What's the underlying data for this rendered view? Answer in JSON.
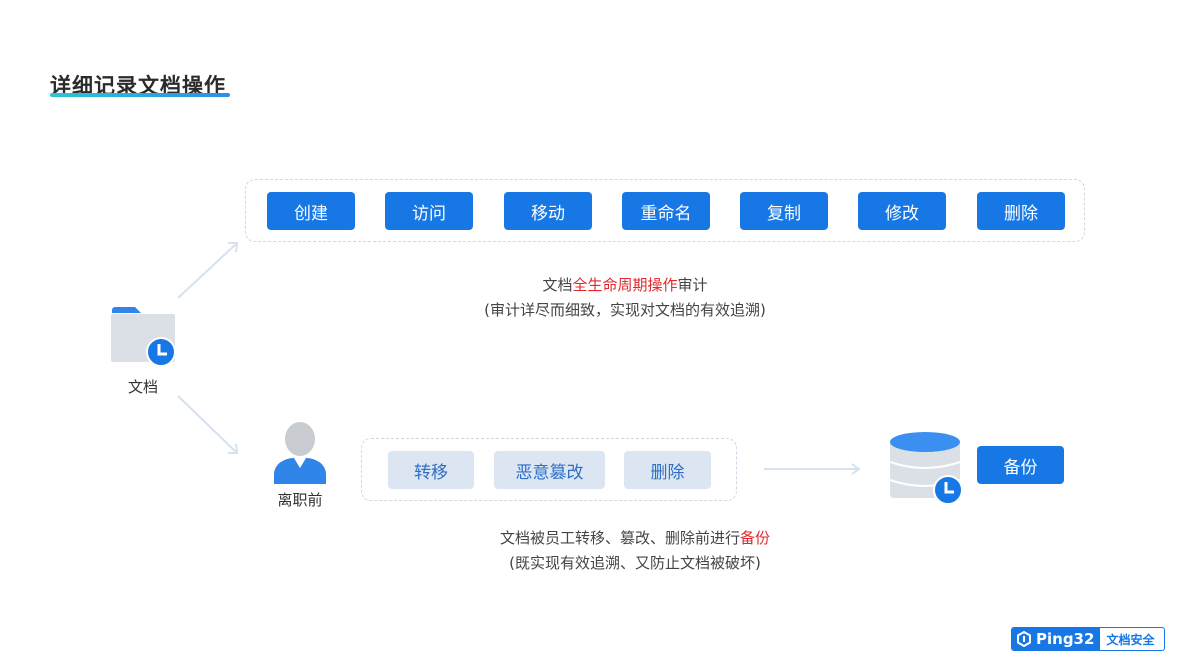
{
  "title": "详细记录文档操作",
  "operations": [
    "创建",
    "访问",
    "移动",
    "重命名",
    "复制",
    "修改",
    "删除"
  ],
  "caption_top": {
    "prefix": "文档",
    "highlight": "全生命周期操作",
    "suffix": "审计",
    "line2": "(审计详尽而细致，实现对文档的有效追溯)"
  },
  "document_label": "文档",
  "person_label": "离职前",
  "risk_actions": [
    "转移",
    "恶意篡改",
    "删除"
  ],
  "backup_label": "备份",
  "caption_bottom": {
    "prefix": "文档被员工转移、篡改、删除前进行",
    "highlight": "备份",
    "line2": "(既实现有效追溯、又防止文档被破坏)"
  },
  "logo": {
    "brand": "Ping32",
    "tag": "文档安全"
  },
  "colors": {
    "accent": "#1677e5",
    "highlight": "#e0282d",
    "soft_button": "#dce6f3"
  },
  "icons": [
    "folder-clock-icon",
    "person-icon",
    "database-clock-icon",
    "ping32-logo-icon"
  ]
}
